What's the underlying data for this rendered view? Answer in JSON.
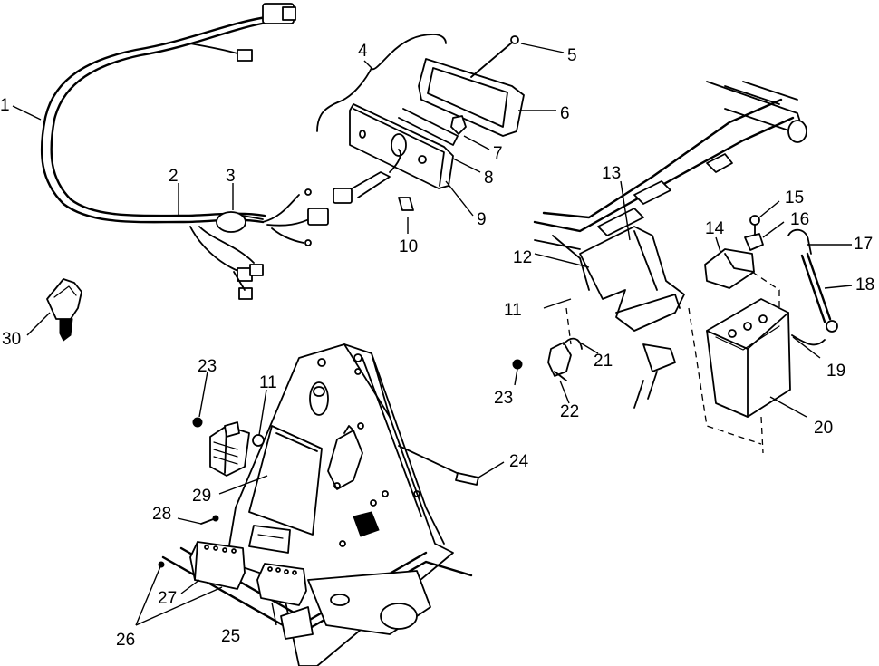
{
  "diagram": {
    "callouts": [
      {
        "id": "c1",
        "text": "1"
      },
      {
        "id": "c2",
        "text": "2"
      },
      {
        "id": "c3",
        "text": "3"
      },
      {
        "id": "c4",
        "text": "4"
      },
      {
        "id": "c5",
        "text": "5"
      },
      {
        "id": "c6",
        "text": "6"
      },
      {
        "id": "c7",
        "text": "7"
      },
      {
        "id": "c8",
        "text": "8"
      },
      {
        "id": "c9",
        "text": "9"
      },
      {
        "id": "c10",
        "text": "10"
      },
      {
        "id": "c11a",
        "text": "11"
      },
      {
        "id": "c11b",
        "text": "11"
      },
      {
        "id": "c12",
        "text": "12"
      },
      {
        "id": "c13",
        "text": "13"
      },
      {
        "id": "c14",
        "text": "14"
      },
      {
        "id": "c15",
        "text": "15"
      },
      {
        "id": "c16",
        "text": "16"
      },
      {
        "id": "c17",
        "text": "17"
      },
      {
        "id": "c18",
        "text": "18"
      },
      {
        "id": "c19",
        "text": "19"
      },
      {
        "id": "c20",
        "text": "20"
      },
      {
        "id": "c21",
        "text": "21"
      },
      {
        "id": "c22",
        "text": "22"
      },
      {
        "id": "c23a",
        "text": "23"
      },
      {
        "id": "c23b",
        "text": "23"
      },
      {
        "id": "c24",
        "text": "24"
      },
      {
        "id": "c25",
        "text": "25"
      },
      {
        "id": "c26",
        "text": "26"
      },
      {
        "id": "c27",
        "text": "27"
      },
      {
        "id": "c28",
        "text": "28"
      },
      {
        "id": "c29",
        "text": "29"
      },
      {
        "id": "c30",
        "text": "30"
      }
    ]
  }
}
